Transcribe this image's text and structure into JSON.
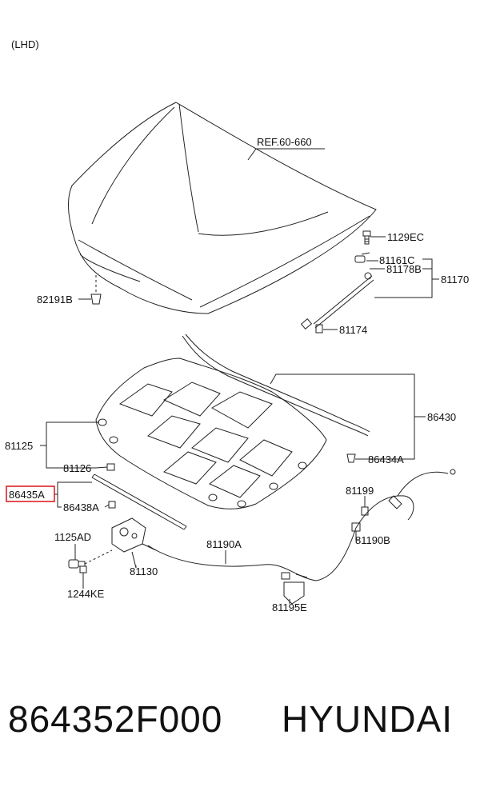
{
  "diagram": {
    "drive_side": "(LHD)",
    "ref_label": "REF.60-660",
    "labels": {
      "l_1129EC": "1129EC",
      "l_81161C": "81161C",
      "l_81178B": "81178B",
      "l_81170": "81170",
      "l_82191B": "82191B",
      "l_81174": "81174",
      "l_86430": "86430",
      "l_81125": "81125",
      "l_81126": "81126",
      "l_86434A": "86434A",
      "l_86435A": "86435A",
      "l_86438A": "86438A",
      "l_81199": "81199",
      "l_1125AD": "1125AD",
      "l_81190A": "81190A",
      "l_81190B": "81190B",
      "l_81130": "81130",
      "l_1244KE": "1244KE",
      "l_81195E": "81195E"
    },
    "highlight_color": "#d9141a"
  },
  "footer": {
    "part_number": "864352F000",
    "brand": "HYUNDAI"
  }
}
